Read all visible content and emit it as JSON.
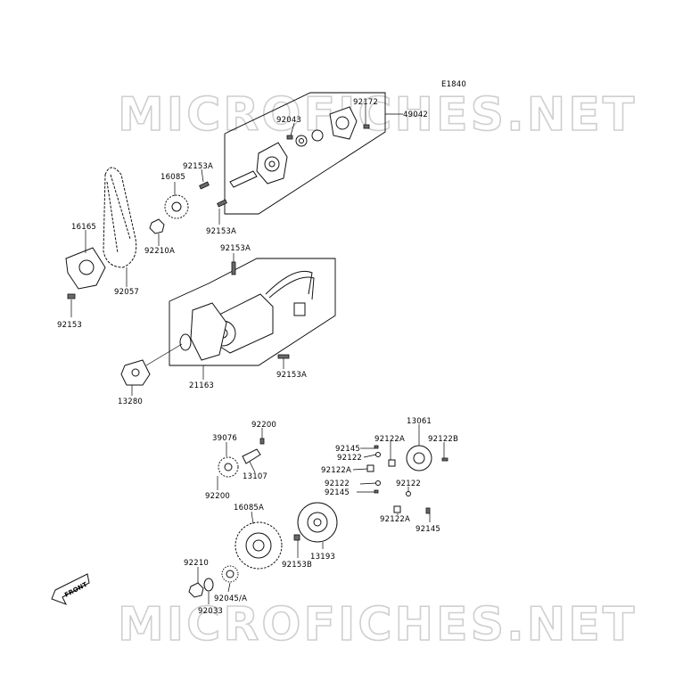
{
  "diagram_code": "E1840",
  "watermark": "MICROFICHES.NET",
  "front_label": "FRONT",
  "part_labels": {
    "p92172": "92172",
    "p49042": "49042",
    "p92043": "92043",
    "p92153A_1": "92153A",
    "p16085": "16085",
    "p92153A_2": "92153A",
    "p16165": "16165",
    "p92210A": "92210A",
    "p92057": "92057",
    "p92153": "92153",
    "p92153A_3": "92153A",
    "p92153A_4": "92153A",
    "p21163": "21163",
    "p13280": "13280",
    "p92200_1": "92200",
    "p39076": "39076",
    "p13107": "13107",
    "p92200_2": "92200",
    "p13061": "13061",
    "p92145_1": "92145",
    "p92122_1": "92122",
    "p92122A_1": "92122A",
    "p92122B": "92122B",
    "p92122A_2": "92122A",
    "p92122_2": "92122",
    "p92145_2": "92145",
    "p92122_3": "92122",
    "p92122A_3": "92122A",
    "p92145_3": "92145",
    "p16085A": "16085A",
    "p13193": "13193",
    "p92153B": "92153B",
    "p92210": "92210",
    "p92045A": "92045/A",
    "p92033": "92033"
  }
}
